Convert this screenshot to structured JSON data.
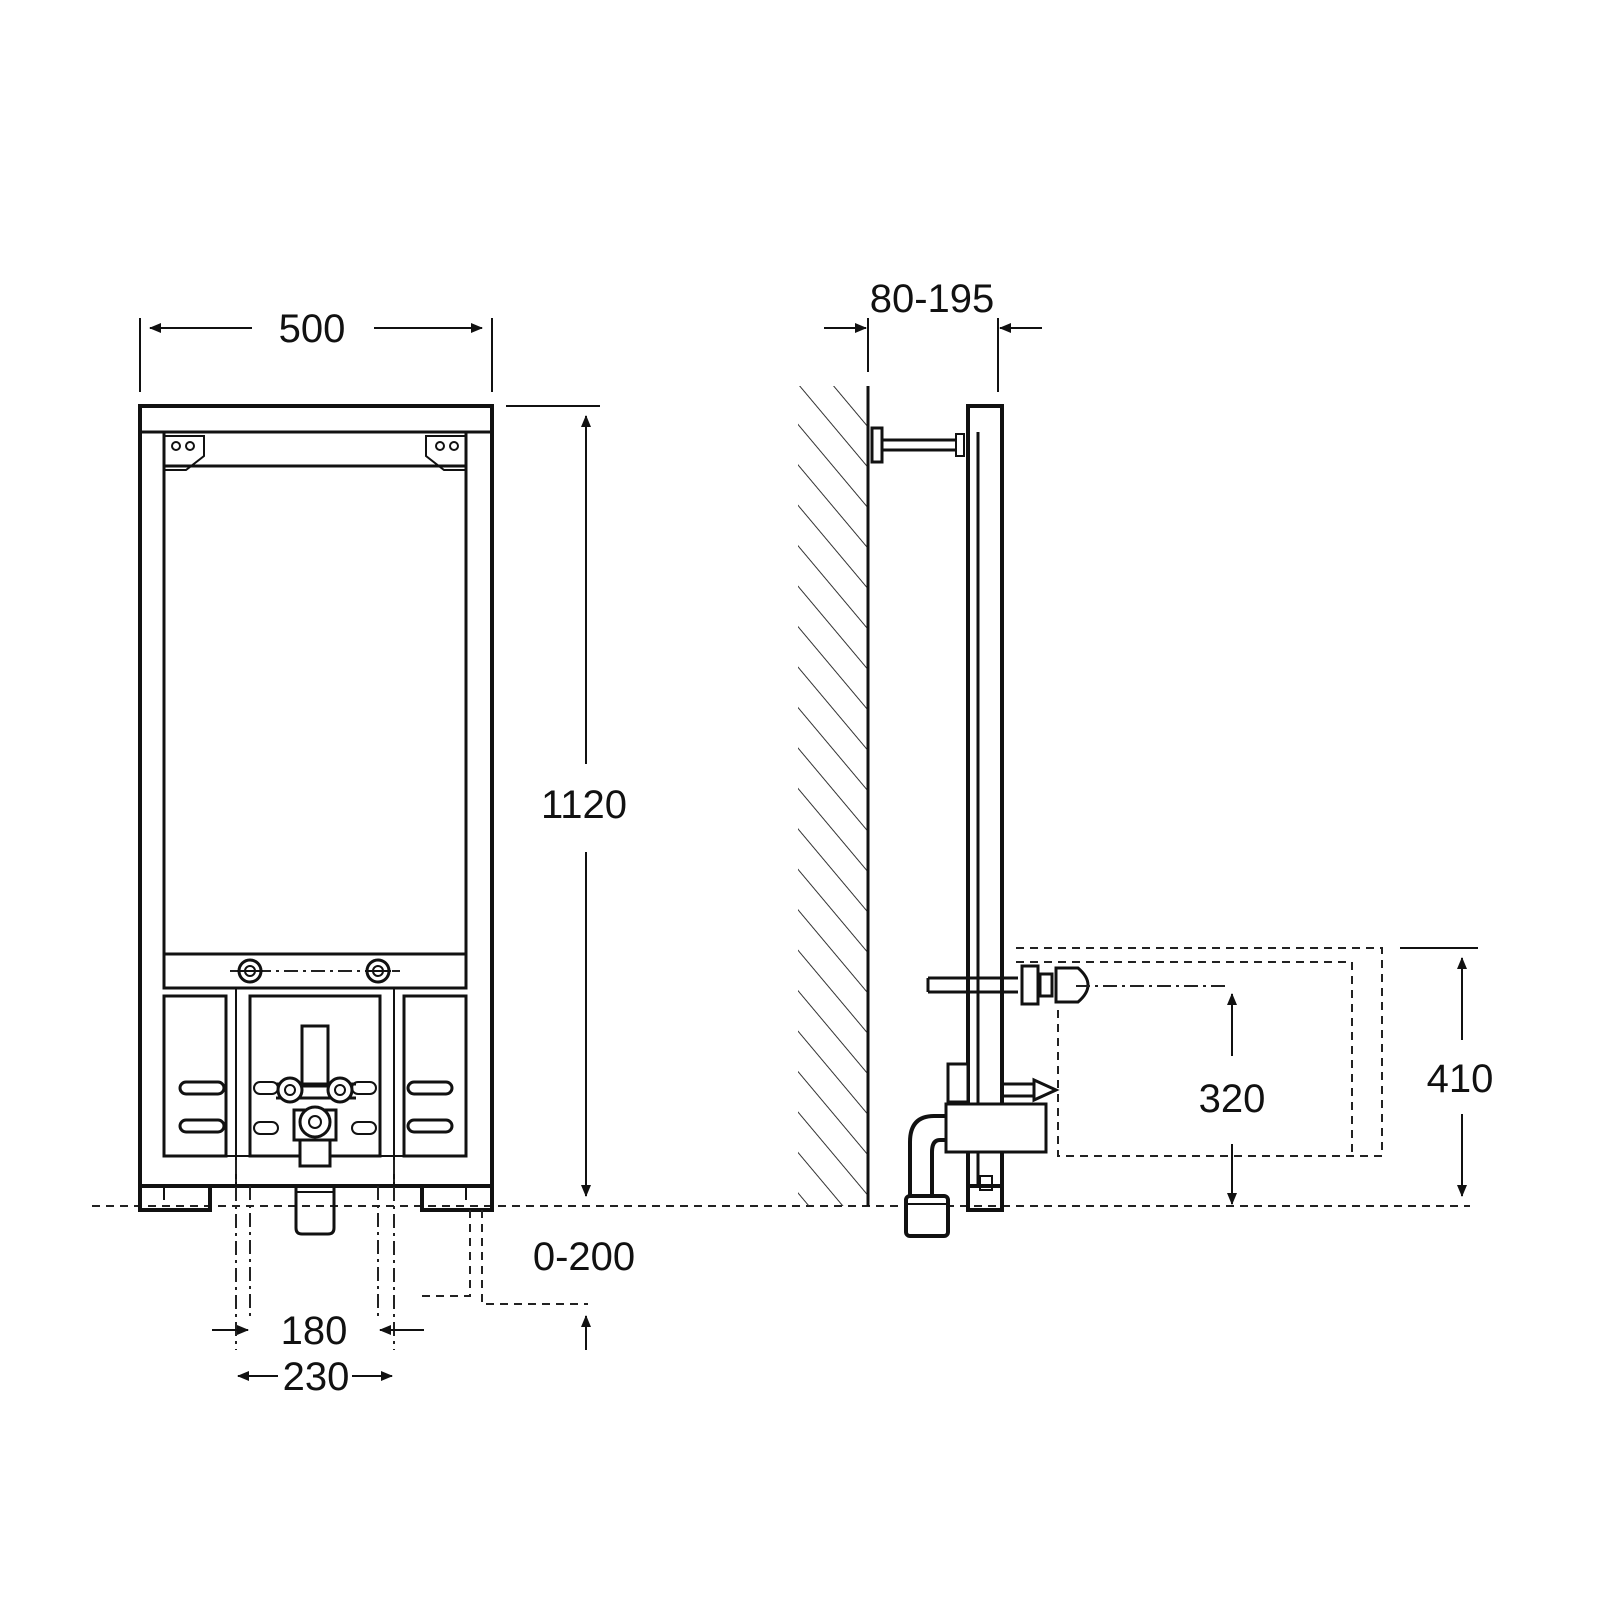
{
  "dimensions": {
    "frame_width": "500",
    "frame_height": "1120",
    "adjust_depth": "80-195",
    "leg_adjust": "0-200",
    "inner_spacing": "180",
    "outer_spacing": "230",
    "inlet_height": "320",
    "fixing_height": "410"
  },
  "colors": {
    "line": "#111111",
    "background": "#ffffff"
  }
}
